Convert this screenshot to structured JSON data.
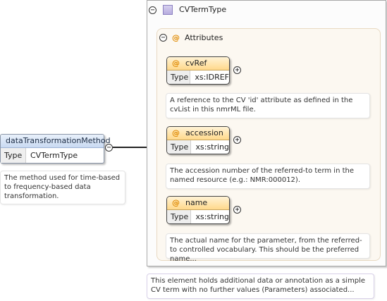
{
  "element": {
    "name": "dataTransformationMethod",
    "type_label": "Type",
    "type_value": "CVTermType",
    "documentation": "The method used for time-based to frequency-based data transformation."
  },
  "complex_type": {
    "name": "CVTermType",
    "documentation": "This element holds additional data or annotation as a simple CV term with no further values (Parameters) associated...",
    "attributes_group": {
      "label": "Attributes",
      "items": [
        {
          "name": "cvRef",
          "type_label": "Type",
          "type_value": "xs:IDREF",
          "documentation": "A reference to the CV 'id' attribute as defined in the cvList in this nmrML file."
        },
        {
          "name": "accession",
          "type_label": "Type",
          "type_value": "xs:string",
          "documentation": "The accession number of the referred-to term in the named resource (e.g.: NMR:000012)."
        },
        {
          "name": "name",
          "type_label": "Type",
          "type_value": "xs:string",
          "documentation": "The actual name for the parameter, from the referred-to controlled vocabulary. This should be the preferred name..."
        }
      ]
    }
  },
  "symbols": {
    "collapse": "−",
    "expand": "+",
    "attribute": "@"
  },
  "colors": {
    "element_header": "#c9daf2",
    "attribute_header": "#ffd98c",
    "complex_type_swatch": "#b7acdf",
    "group_background": "#fcf8f1"
  }
}
